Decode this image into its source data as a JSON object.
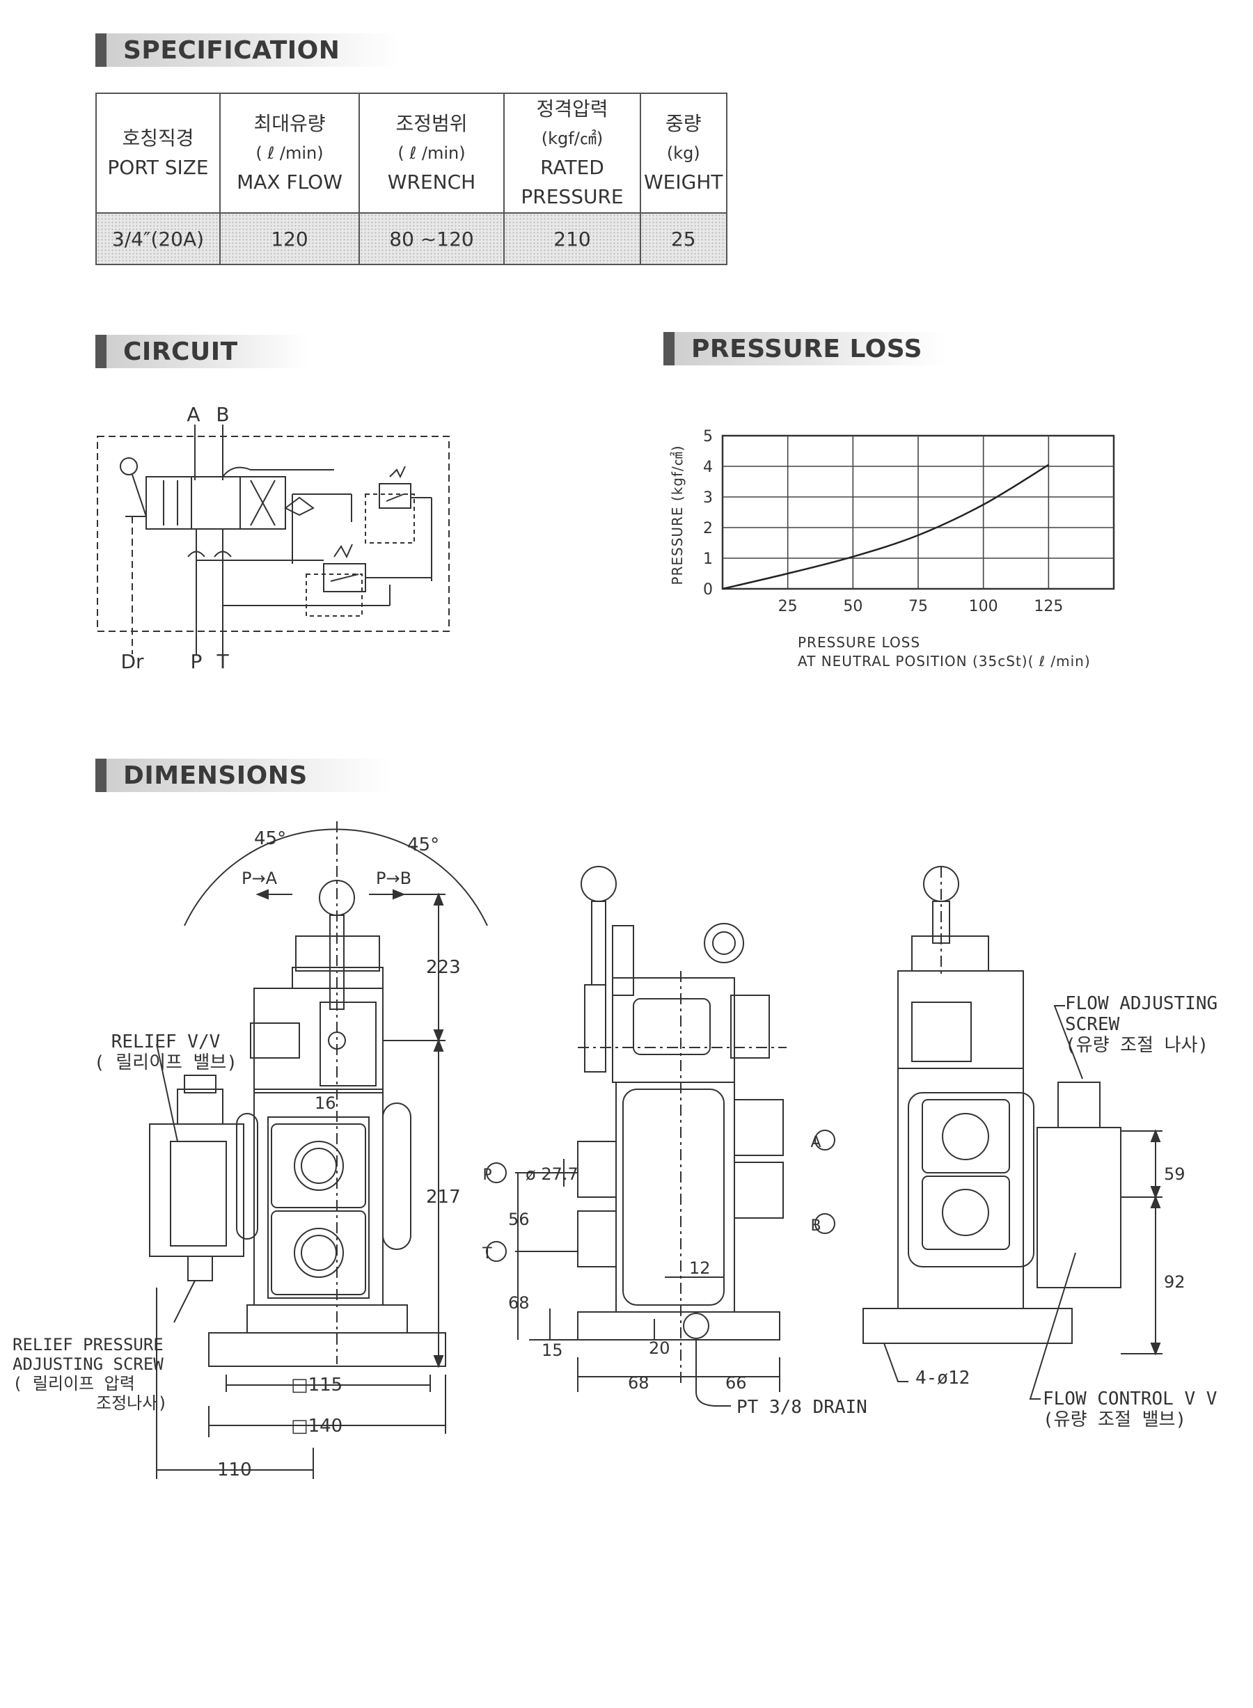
{
  "sections": {
    "specification": "SPECIFICATION",
    "circuit": "CIRCUIT",
    "pressure_loss": "PRESSURE LOSS",
    "dimensions": "DIMENSIONS"
  },
  "spec_table": {
    "headers": [
      {
        "ko": "호칭직경",
        "unit": "",
        "en1": "PORT SIZE",
        "en2": ""
      },
      {
        "ko": "최대유량",
        "unit": "( ℓ /min)",
        "en1": "MAX FLOW",
        "en2": ""
      },
      {
        "ko": "조정범위",
        "unit": "( ℓ /min)",
        "en1": "WRENCH",
        "en2": ""
      },
      {
        "ko": "정격압력",
        "unit": "(kgf/㎠)",
        "en1": "RATED",
        "en2": "PRESSURE"
      },
      {
        "ko": "중량",
        "unit": "(kg)",
        "en1": "WEIGHT",
        "en2": ""
      }
    ],
    "values": [
      "3/4″(20A)",
      "120",
      "80 ~120",
      "210",
      "25"
    ]
  },
  "circuit": {
    "port_a": "A",
    "port_b": "B",
    "port_dr": "Dr",
    "port_p": "P",
    "port_t": "T"
  },
  "chart_data": {
    "type": "line",
    "title": "",
    "xlabel": "PRESSURE LOSS",
    "xlabel2": "AT NEUTRAL POSITION (35cSt)( ℓ /min)",
    "ylabel": "PRESSURE (kgf/㎠)",
    "xlim": [
      0,
      150
    ],
    "ylim": [
      0,
      5
    ],
    "x_ticks": [
      25,
      50,
      75,
      100,
      125
    ],
    "y_ticks": [
      0,
      1,
      2,
      3,
      4,
      5
    ],
    "grid": true,
    "series": [
      {
        "x": [
          0,
          25,
          50,
          75,
          100,
          125
        ],
        "y": [
          0,
          0.5,
          1.05,
          1.75,
          2.75,
          4.05
        ]
      }
    ]
  },
  "dimensions": {
    "angle_left": "45°",
    "angle_right": "45°",
    "dir_left": "P→A",
    "dir_right": "P→B",
    "d223": "223",
    "d217": "217",
    "d16": "16",
    "d115": "□115",
    "d140": "□140",
    "d110": "110",
    "relief_vv": "RELIEF V/V",
    "relief_vv_ko": "( 릴리이프 밸브)",
    "relief_screw_1": "RELIEF PRESSURE",
    "relief_screw_2": "ADJUSTING SCREW",
    "relief_screw_3": "( 릴리이프 압력",
    "relief_screw_4": "조정나사)",
    "port_p": "P",
    "port_t": "T",
    "port_a": "A",
    "port_b": "B",
    "dia277": "ø 27.7",
    "d56": "56",
    "d68a": "68",
    "d15": "15",
    "d12": "12",
    "d20": "20",
    "d68b": "68",
    "d66": "66",
    "drain": "PT 3/8 DRAIN",
    "flow_screw_1": "FLOW ADJUSTING",
    "flow_screw_2": "SCREW",
    "flow_screw_3": "(유량 조절 나사)",
    "d59": "59",
    "d92": "92",
    "holes": "4-ø12",
    "flow_vv_1": "FLOW CONTROL V V",
    "flow_vv_2": "(유량 조절 밸브)"
  }
}
